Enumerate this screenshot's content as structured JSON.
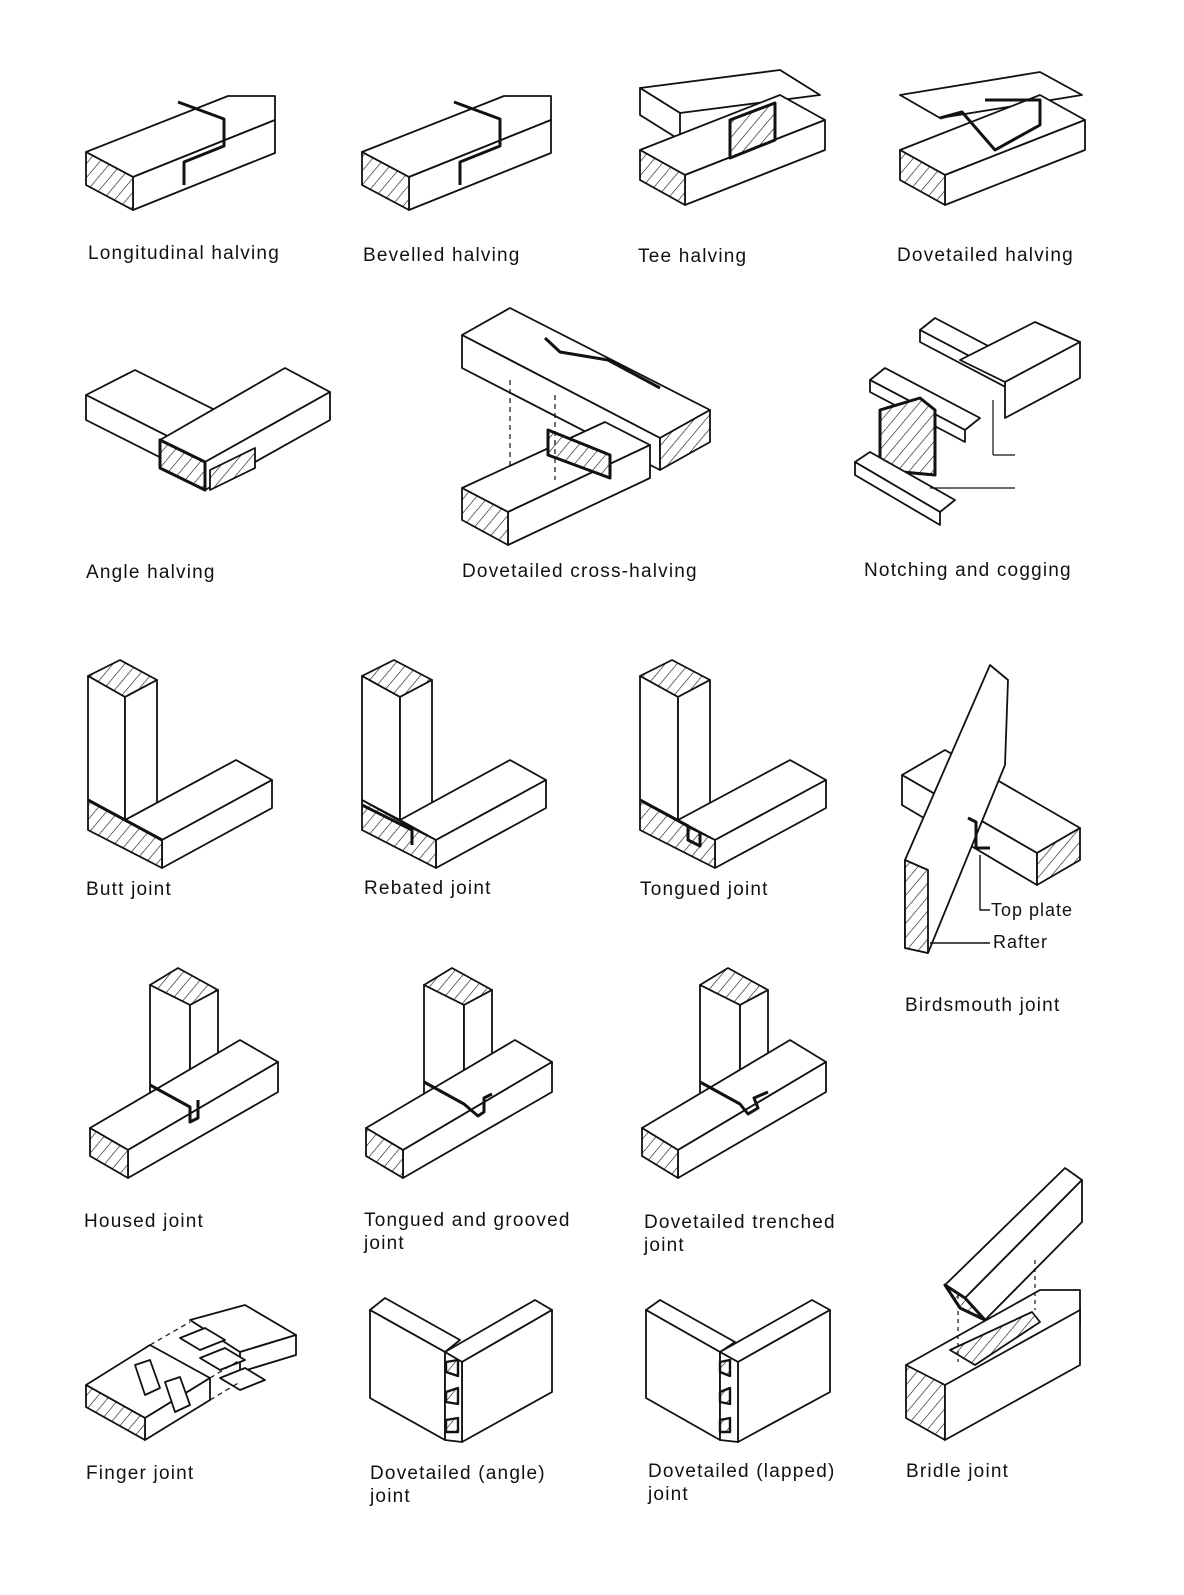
{
  "joints": [
    {
      "id": "longitudinal-halving",
      "label": "Longitudinal halving"
    },
    {
      "id": "bevelled-halving",
      "label": "Bevelled halving"
    },
    {
      "id": "tee-halving",
      "label": "Tee halving"
    },
    {
      "id": "dovetailed-halving",
      "label": "Dovetailed halving"
    },
    {
      "id": "angle-halving",
      "label": "Angle halving"
    },
    {
      "id": "dovetailed-cross-halving",
      "label": "Dovetailed cross-halving"
    },
    {
      "id": "notching-and-cogging",
      "label": "Notching and cogging"
    },
    {
      "id": "butt-joint",
      "label": "Butt joint"
    },
    {
      "id": "rebated-joint",
      "label": "Rebated joint"
    },
    {
      "id": "tongued-joint",
      "label": "Tongued joint"
    },
    {
      "id": "birdsmouth-joint",
      "label": "Birdsmouth joint"
    },
    {
      "id": "housed-joint",
      "label": "Housed joint"
    },
    {
      "id": "tongued-and-grooved-joint",
      "label": "Tongued and grooved joint"
    },
    {
      "id": "dovetailed-trenched-joint",
      "label": "Dovetailed trenched joint"
    },
    {
      "id": "finger-joint",
      "label": "Finger joint"
    },
    {
      "id": "dovetailed-angle-joint",
      "label": "Dovetailed (angle) joint"
    },
    {
      "id": "dovetailed-lapped-joint",
      "label": "Dovetailed (lapped) joint"
    },
    {
      "id": "bridle-joint",
      "label": "Bridle joint"
    }
  ],
  "callouts": {
    "top_plate": "Top plate",
    "rafter": "Rafter"
  },
  "colors": {
    "ink": "#111111",
    "background": "#ffffff"
  }
}
